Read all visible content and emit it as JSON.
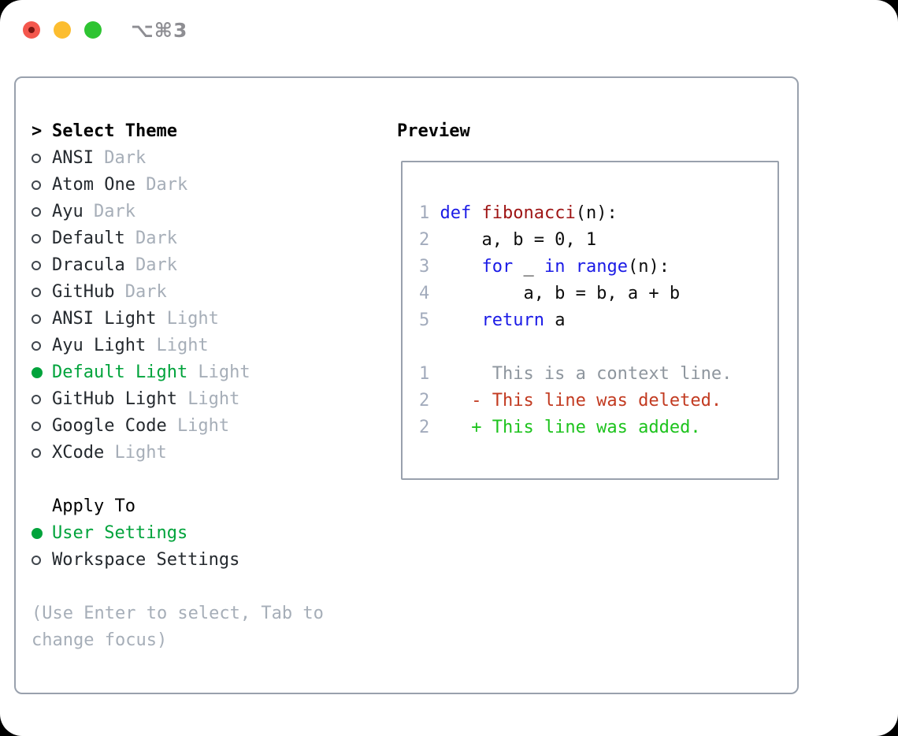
{
  "window": {
    "title": "⌥⌘3"
  },
  "icons": {
    "cursor": ">",
    "radio_unselected": "circle-outline",
    "radio_selected": "circle-filled",
    "traffic_lights": [
      "close-icon",
      "minimize-icon",
      "zoom-icon"
    ]
  },
  "colors": {
    "border": "#99a1ad",
    "text": "#24292e",
    "muted": "#a6aeb8",
    "accent_green": "#00a33b",
    "diff_add_green": "#1dc31d",
    "diff_del_red": "#c23a20",
    "keyword_blue": "#1a1ae6",
    "function_red": "#9e1414",
    "lineno_gray": "#a2abbc",
    "context_gray": "#8e969e",
    "title_gray": "#8e8e93",
    "traffic_red": "#f4574d",
    "traffic_yellow": "#fcbd2f",
    "traffic_green": "#2ec432"
  },
  "panel": {
    "theme_section": {
      "header": "Select Theme",
      "items": [
        {
          "name": "ANSI",
          "variant": "Dark",
          "selected": false
        },
        {
          "name": "Atom One",
          "variant": "Dark",
          "selected": false
        },
        {
          "name": "Ayu",
          "variant": "Dark",
          "selected": false
        },
        {
          "name": "Default",
          "variant": "Dark",
          "selected": false
        },
        {
          "name": "Dracula",
          "variant": "Dark",
          "selected": false
        },
        {
          "name": "GitHub",
          "variant": "Dark",
          "selected": false
        },
        {
          "name": "ANSI Light",
          "variant": "Light",
          "selected": false
        },
        {
          "name": "Ayu Light",
          "variant": "Light",
          "selected": false
        },
        {
          "name": "Default Light",
          "variant": "Light",
          "selected": true
        },
        {
          "name": "GitHub Light",
          "variant": "Light",
          "selected": false
        },
        {
          "name": "Google Code",
          "variant": "Light",
          "selected": false
        },
        {
          "name": "XCode",
          "variant": "Light",
          "selected": false
        }
      ]
    },
    "apply_section": {
      "header": "Apply To",
      "options": [
        {
          "name": "User Settings",
          "variant": "",
          "selected": true
        },
        {
          "name": "Workspace Settings",
          "variant": "",
          "selected": false
        }
      ]
    },
    "hint_lines": [
      "(Use Enter to select, Tab to",
      "change focus)"
    ],
    "preview": {
      "header": "Preview",
      "lines": [
        {
          "num": "1",
          "tokens": [
            {
              "t": "def",
              "c": "kw"
            },
            {
              "t": " ",
              "c": "code"
            },
            {
              "t": "fibonacci",
              "c": "fn"
            },
            {
              "t": "(n):",
              "c": "code"
            }
          ]
        },
        {
          "num": "2",
          "tokens": [
            {
              "t": "    a, b = 0, 1",
              "c": "code"
            }
          ]
        },
        {
          "num": "3",
          "tokens": [
            {
              "t": "    ",
              "c": "code"
            },
            {
              "t": "for",
              "c": "kw"
            },
            {
              "t": " _ ",
              "c": "code"
            },
            {
              "t": "in",
              "c": "kw"
            },
            {
              "t": " ",
              "c": "code"
            },
            {
              "t": "range",
              "c": "kw"
            },
            {
              "t": "(n):",
              "c": "code"
            }
          ]
        },
        {
          "num": "4",
          "tokens": [
            {
              "t": "        a, b = b, a + b",
              "c": "code"
            }
          ]
        },
        {
          "num": "5",
          "tokens": [
            {
              "t": "    ",
              "c": "code"
            },
            {
              "t": "return",
              "c": "kw"
            },
            {
              "t": " a",
              "c": "code"
            }
          ]
        },
        {
          "num": "",
          "tokens": []
        },
        {
          "num": "1",
          "tokens": [
            {
              "t": "     This is a context line.",
              "c": "ctx"
            }
          ]
        },
        {
          "num": "2",
          "tokens": [
            {
              "t": "   - This line was deleted.",
              "c": "del"
            }
          ]
        },
        {
          "num": "2",
          "tokens": [
            {
              "t": "   + This line was added.",
              "c": "add"
            }
          ]
        }
      ]
    }
  }
}
